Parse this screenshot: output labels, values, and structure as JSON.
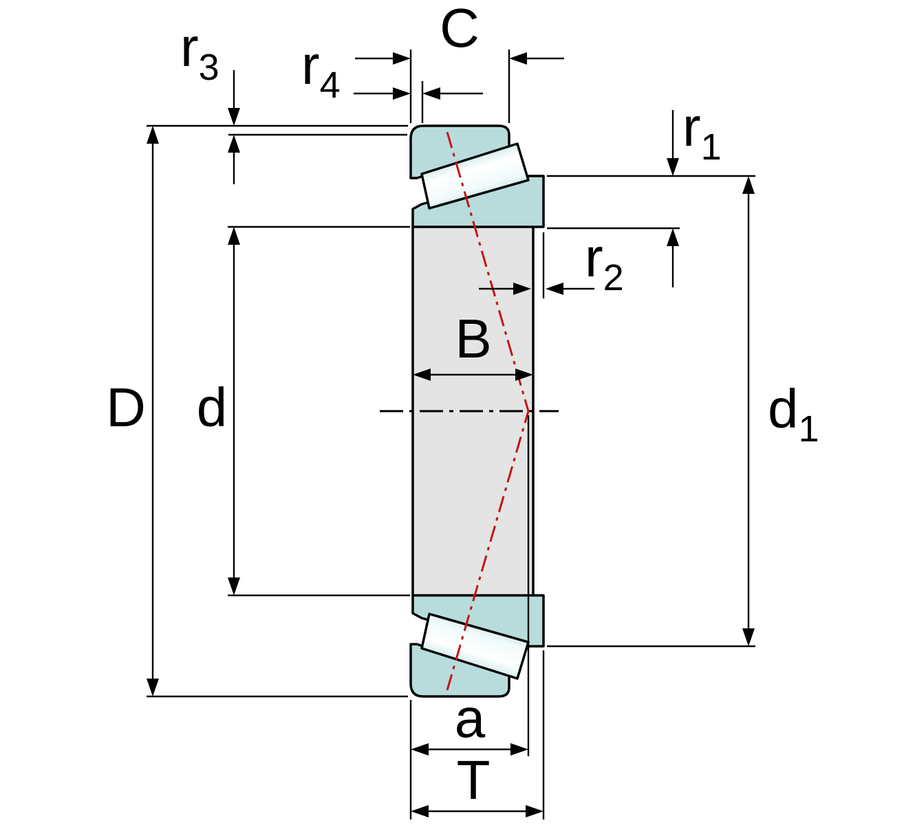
{
  "drawing": {
    "type": "tapered-roller-bearing-cross-section-dimension-drawing",
    "dimension_labels": {
      "D": {
        "base": "D"
      },
      "d": {
        "base": "d"
      },
      "d1": {
        "base": "d",
        "sub": "1"
      },
      "B": {
        "base": "B"
      },
      "C": {
        "base": "C"
      },
      "T": {
        "base": "T"
      },
      "a": {
        "base": "a"
      },
      "r1": {
        "base": "r",
        "sub": "1"
      },
      "r2": {
        "base": "r",
        "sub": "2"
      },
      "r3": {
        "base": "r",
        "sub": "3"
      },
      "r4": {
        "base": "r",
        "sub": "4"
      }
    },
    "colors": {
      "ring_fill": "#b7dcdb",
      "section_fill": "#e4e4e4",
      "outline": "#000000",
      "pressure_line": "#c41414",
      "background": "#ffffff"
    }
  }
}
